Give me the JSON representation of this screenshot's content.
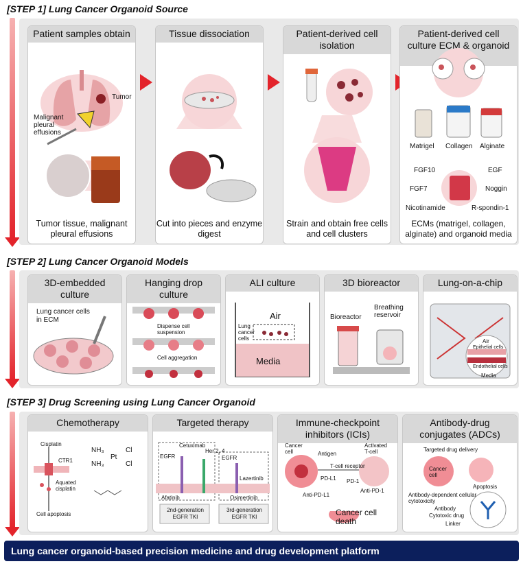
{
  "step1": {
    "title": "[STEP 1] Lung Cancer Organoid Source",
    "cards": [
      {
        "heading": "Patient samples obtain",
        "footer": "Tumor tissue, malignant pleural effusions",
        "labels": {
          "tumor": "Tumor",
          "mpe": "Malignant pleural effusions"
        }
      },
      {
        "heading": "Tissue dissociation",
        "footer": "Cut into pieces and enzyme digest"
      },
      {
        "heading": "Patient-derived cell isolation",
        "footer": "Strain and obtain free cells and cell clusters"
      },
      {
        "heading": "Patient-derived cell culture ECM & organoid media",
        "footer": "ECMs (matrigel, collagen, alginate) and organoid media",
        "labels": {
          "matrigel": "Matrigel",
          "collagen": "Collagen",
          "alginate": "Alginate",
          "fgf10": "FGF10",
          "egf": "EGF",
          "fgf7": "FGF7",
          "noggin": "Noggin",
          "nicotinamide": "Nicotinamide",
          "rspondin": "R-spondin-1"
        }
      }
    ]
  },
  "step2": {
    "title": "[STEP 2] Lung Cancer Organoid Models",
    "cards": [
      {
        "heading": "3D-embedded culture",
        "labels": {
          "cells": "Lung cancer cells in ECM"
        }
      },
      {
        "heading": "Hanging drop culture",
        "labels": {
          "dispense": "Dispense cell suspension",
          "aggregation": "Cell aggregation"
        }
      },
      {
        "heading": "ALI culture",
        "labels": {
          "air": "Air",
          "cells": "Lung cancer cells",
          "media": "Media"
        }
      },
      {
        "heading": "3D bioreactor",
        "labels": {
          "bioreactor": "Bioreactor",
          "breathing": "Breathing reservoir"
        }
      },
      {
        "heading": "Lung-on-a-chip",
        "labels": {
          "air": "Air",
          "epithelial": "Epithelial cells",
          "endothelial": "Endothelial cells",
          "media": "Media"
        }
      }
    ]
  },
  "step3": {
    "title": "[STEP 3] Drug Screening using Lung Cancer Organoid",
    "cards": [
      {
        "heading": "Chemotherapy",
        "labels": {
          "cisplatin": "Cisplatin",
          "ctr1": "CTR1",
          "aquated": "Aquated cisplatin",
          "apoptosis": "Cell apoptosis",
          "nh3a": "NH₃",
          "nh3b": "NH₃",
          "pt": "Pt",
          "cl1": "Cl",
          "cl2": "Cl"
        }
      },
      {
        "heading": "Targeted therapy",
        "labels": {
          "cetuximab": "Cetuximab",
          "her": "Her 2, 4",
          "egfr1": "EGFR",
          "egfr2": "EGFR",
          "lazertinib": "Lazertinib",
          "afatinib": "Afatinib",
          "osimertinib": "Osimertinib",
          "gen2": "2nd-generation EGFR TKI",
          "gen3": "3rd-generation EGFR TKI"
        }
      },
      {
        "heading": "Immune-checkpoint inhibitors (ICIs)",
        "labels": {
          "cancer": "Cancer cell",
          "antigen": "Antigen",
          "activated": "Activated T-cell",
          "tcr": "T-cell receptor",
          "pdl1": "PD-L1",
          "pd1": "PD-1",
          "antipd1": "Anti-PD-1",
          "antipdl1": "Anti-PD-L1",
          "death": "Cancer cell death"
        }
      },
      {
        "heading": "Antibody-drug conjugates (ADCs)",
        "labels": {
          "targeted": "Targeted drug delivery",
          "cancer": "Cancer cell",
          "apoptosis": "Apoptosis",
          "adcc": "Antibody-dependent cellular cytotoxicity",
          "antibody": "Antibody",
          "cytotoxic": "Cytotoxic drug",
          "linker": "Linker"
        }
      }
    ]
  },
  "banner": "Lung cancer organoid-based precision medicine and drug development platform",
  "colors": {
    "accent": "#e3242b",
    "banner": "#0c1f5c",
    "band": "#e9e9e9",
    "header": "#d8d8d8"
  }
}
